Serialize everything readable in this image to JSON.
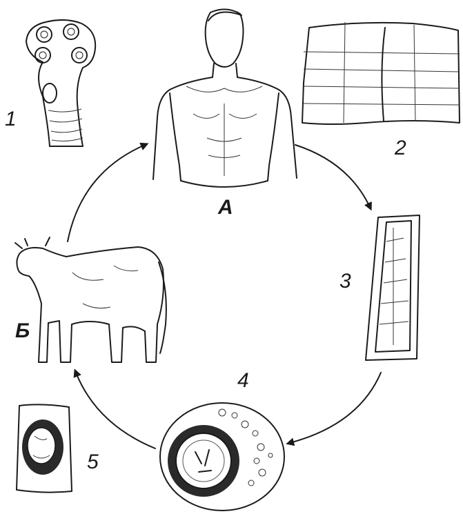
{
  "labels": {
    "host_a": "А",
    "host_b": "Б",
    "stage_1": "1",
    "stage_2": "2",
    "stage_3": "3",
    "stage_4": "4",
    "stage_5": "5"
  },
  "figures": {
    "scolex": "scolex-drawing",
    "human": "human-figure",
    "strobila": "strobila-segment-drawing",
    "proglottid": "mature-proglottid-drawing",
    "egg": "egg-oncosphere-drawing",
    "cow": "cow-figure",
    "cysticercus": "cysticercus-in-muscle-drawing"
  }
}
